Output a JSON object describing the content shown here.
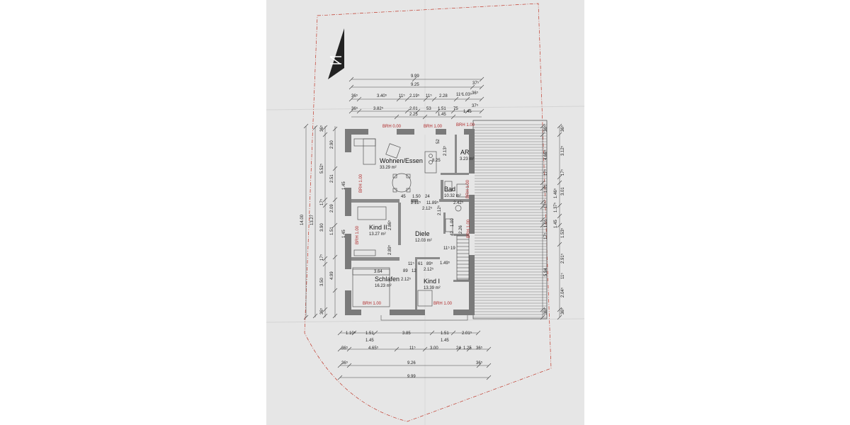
{
  "colors": {
    "paper": "#e6e6e6",
    "ink": "#222222",
    "wall": "#777777",
    "boundary": "#c0392b",
    "brh": "#b02a2a"
  },
  "icons": {
    "north": "north-arrow-icon"
  },
  "rooms": {
    "wohnen": {
      "name": "Wohnen/Essen",
      "area": "33.29 m²"
    },
    "ar": {
      "name": "AR",
      "area": "3.23 m²"
    },
    "bad": {
      "name": "Bad",
      "area": "10.32 m²"
    },
    "kind2": {
      "name": "Kind II",
      "area": "13.27 m²"
    },
    "diele": {
      "name": "Diele",
      "area": "12.03 m²"
    },
    "schlafen": {
      "name": "Schlafen",
      "area": "16.23 m²"
    },
    "kind1": {
      "name": "Kind I",
      "area": "13.39 m²"
    }
  },
  "brh": {
    "top1": "BRH 0.00",
    "top2": "BRH 1.00",
    "top3": "BRH 1.00",
    "left": "BRH 1.00",
    "kind2": "BRH 1.00",
    "bad": "BRH 1.00",
    "diele": "BRH 1.00",
    "bottom1": "BRH 1.00",
    "bottom2": "BRH 1.00"
  },
  "dims_top": {
    "row1": [
      "9.99"
    ],
    "row2": [
      "9.25",
      "37⁵"
    ],
    "row3": [
      "36⁵",
      "3.40⁵",
      "11⁵",
      "2.19⁵",
      "11⁵",
      "2.28",
      "11⁵",
      "1.03⁵",
      "36⁵"
    ],
    "row4": [
      "36⁵",
      "3.82⁵",
      "2.01",
      "53",
      "1.51",
      "75",
      "37⁵"
    ],
    "row5": [
      "2.25",
      "1.45",
      "1.45"
    ]
  },
  "dims_bottom": {
    "row1": [
      "1.10⁵",
      "1.51",
      "3.85",
      "1.51",
      "2.01⁵"
    ],
    "row1b": [
      "1.45",
      "1.45"
    ],
    "row2": [
      "36⁵",
      "4.65⁵",
      "11⁵",
      "3.00",
      "24",
      "1.25",
      "36⁵"
    ],
    "row3": [
      "36⁵",
      "9.26",
      "36⁵"
    ],
    "row4": [
      "9.99"
    ]
  },
  "dims_left": {
    "outer": [
      "14.00"
    ],
    "second": [
      "13.27"
    ],
    "third": [
      "36⁵",
      "5.52⁵",
      "17⁵",
      "3.90",
      "17⁵",
      "3.50",
      "36⁵"
    ],
    "fourth": [
      "2.90",
      "2.51",
      "1.45",
      "2.09",
      "1.51",
      "1.45",
      "4.99"
    ]
  },
  "dims_right": {
    "inner": [
      "36⁵",
      "4.66⁵",
      "17⁵",
      "1.01",
      "17⁵",
      "1.01",
      "17⁵",
      "5.94",
      "36⁵"
    ],
    "outer": [
      "36⁵",
      "3.12⁵",
      "17⁵",
      "3.01",
      "1.37⁵",
      "1.45",
      "1.53⁵",
      "2.91⁵",
      "11⁵",
      "2.04⁵",
      "36⁵"
    ],
    "third": [
      "1.46⁵"
    ]
  },
  "dims_inner": [
    "52",
    "2.13⁵",
    "1.50",
    "24",
    "45",
    "2.12⁵",
    "11.89⁵",
    "2.12⁵",
    "2.42⁵",
    "2.12⁵",
    "2.26",
    "1.00",
    "42",
    "2.86⁵",
    "2.89⁵",
    "11⁵",
    "19",
    "3.64",
    "11⁵",
    "61",
    "89⁵",
    "1.49⁵",
    "2.12⁵",
    "2.12⁵",
    "89",
    "12",
    "8.25"
  ]
}
